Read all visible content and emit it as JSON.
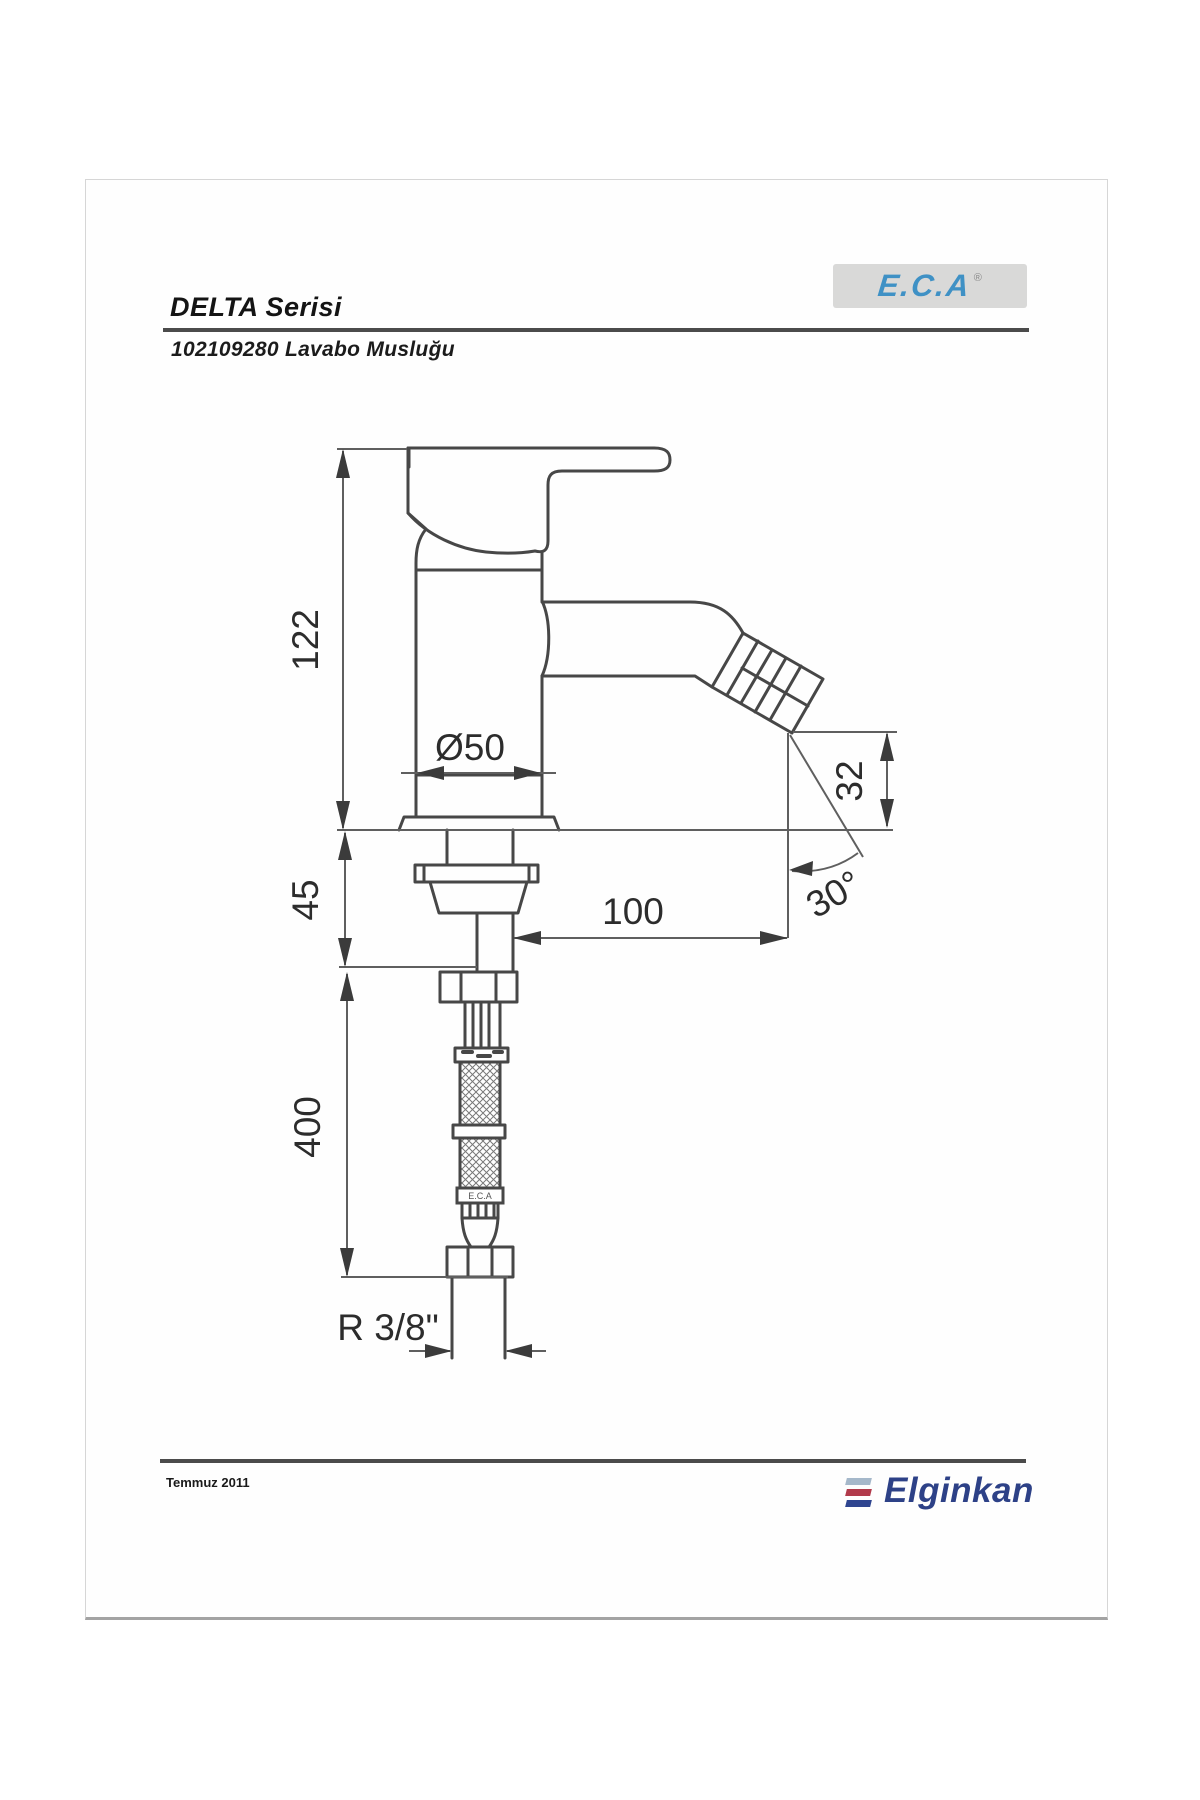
{
  "header": {
    "series": "DELTA Serisi",
    "product": "102109280 Lavabo Musluğu",
    "logo": {
      "text": "E.C.A",
      "registered": "®"
    }
  },
  "drawing": {
    "labels": {
      "total_height": "122",
      "body_diameter": "Ø50",
      "spout_end_height": "32",
      "mount_thickness": "45",
      "spout_projection": "100",
      "spout_angle": "30°",
      "hose_length": "400",
      "thread": "R 3/8\""
    },
    "hose_band_text": "E.C.A"
  },
  "footer": {
    "date": "Temmuz 2011",
    "company": "Elginkan"
  },
  "colors": {
    "eca_blue": "#3f91c5",
    "elginkan_navy": "#2d4187",
    "elginkan_red": "#b13a4b",
    "elginkan_light_bar": "#a5b8ca",
    "line_gray": "#474747"
  }
}
